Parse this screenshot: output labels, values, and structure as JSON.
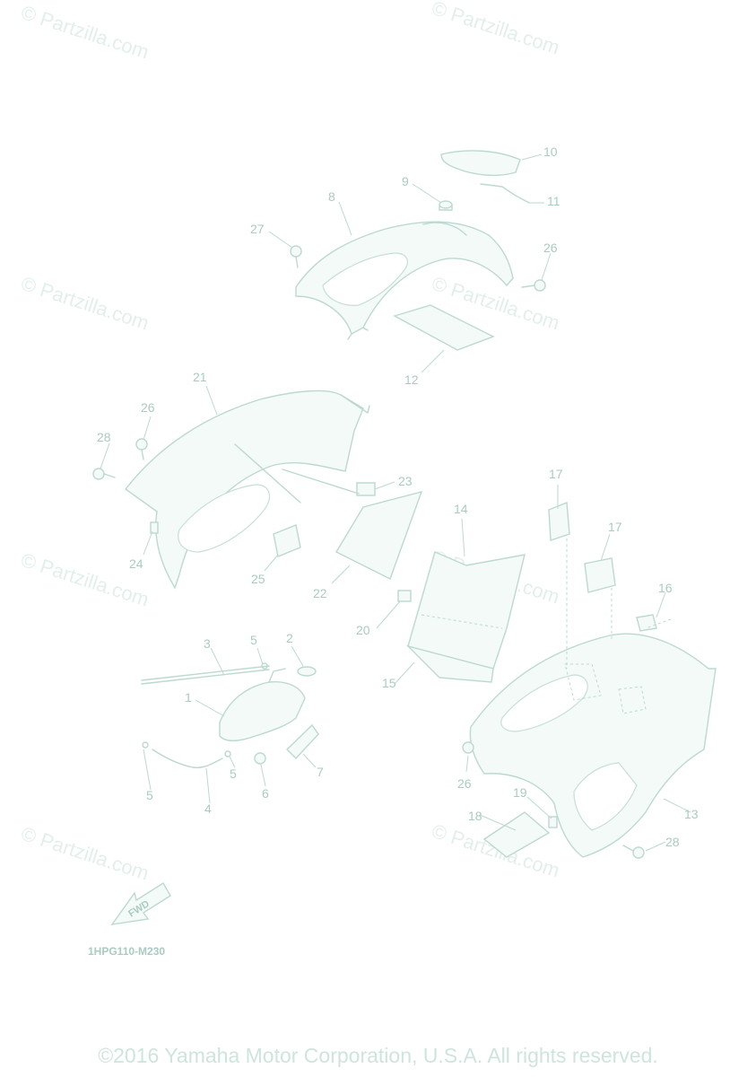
{
  "watermark_text": "© Partzilla.com",
  "diagram_code": "1HPG110-M230",
  "fwd_label": "FWD",
  "copyright": "©2016 Yamaha Motor Corporation, U.S.A. All rights reserved.",
  "callouts": {
    "c1": "1",
    "c2": "2",
    "c3": "3",
    "c4": "4",
    "c5a": "5",
    "c5b": "5",
    "c5c": "5",
    "c6": "6",
    "c7": "7",
    "c8": "8",
    "c9": "9",
    "c10": "10",
    "c11": "11",
    "c12": "12",
    "c13": "13",
    "c14": "14",
    "c15": "15",
    "c16": "16",
    "c17a": "17",
    "c17b": "17",
    "c18": "18",
    "c19": "19",
    "c20": "20",
    "c21": "21",
    "c22": "22",
    "c23": "23",
    "c24": "24",
    "c25": "25",
    "c26a": "26",
    "c26b": "26",
    "c26c": "26",
    "c27": "27",
    "c28a": "28",
    "c28b": "28"
  }
}
